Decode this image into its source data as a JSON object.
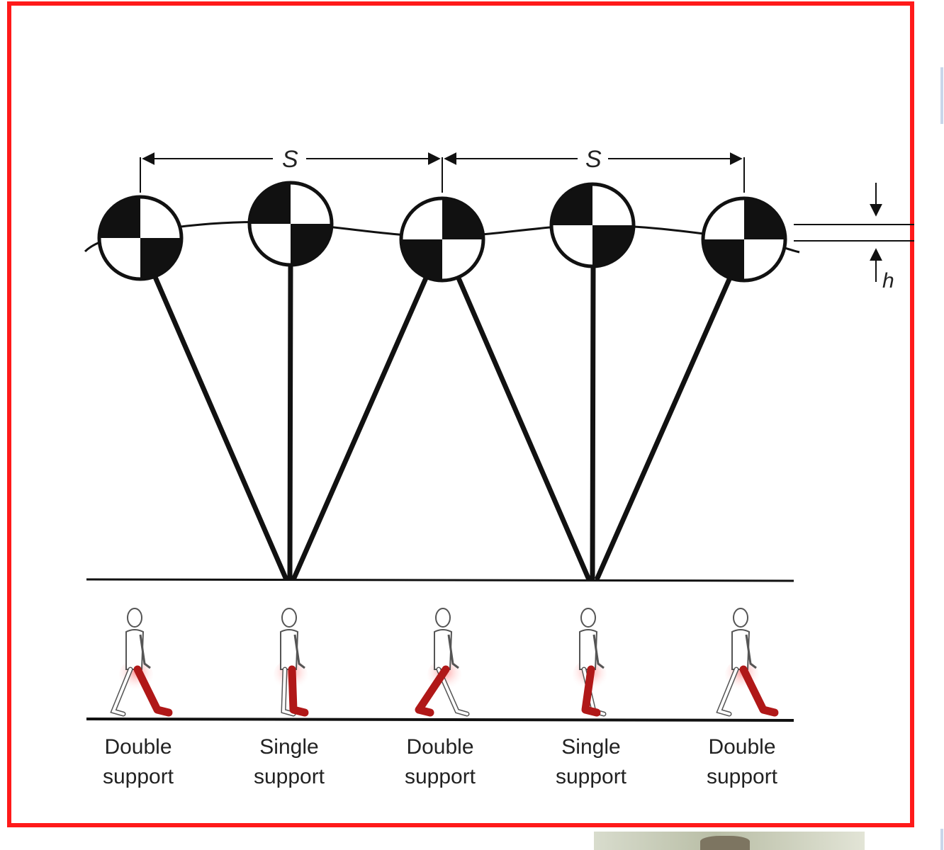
{
  "diagram": {
    "stride_label": "S",
    "height_label": "h",
    "phases": [
      {
        "line1": "Double",
        "line2": "support"
      },
      {
        "line1": "Single",
        "line2": "support"
      },
      {
        "line1": "Double",
        "line2": "support"
      },
      {
        "line1": "Single",
        "line2": "support"
      },
      {
        "line1": "Double",
        "line2": "support"
      }
    ]
  },
  "colors": {
    "frame": "#ff1a1a",
    "ink": "#111111",
    "muscle": "#b01818"
  }
}
